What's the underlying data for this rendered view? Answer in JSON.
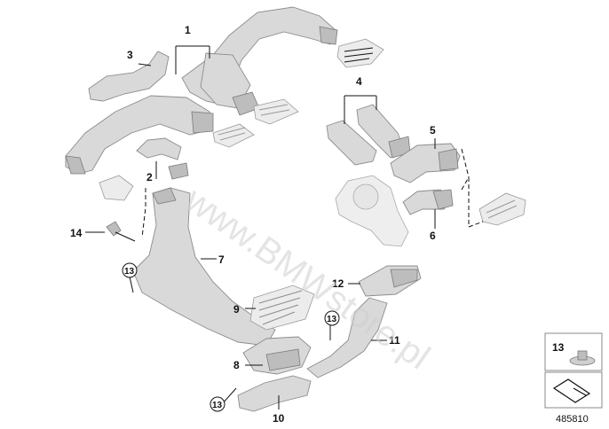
{
  "callouts": {
    "c1": "1",
    "c2": "2",
    "c3": "3",
    "c4": "4",
    "c5": "5",
    "c6": "6",
    "c7": "7",
    "c8": "8",
    "c9": "9",
    "c10": "10",
    "c11": "11",
    "c12": "12",
    "c14": "14",
    "c13a": "13",
    "c13b": "13",
    "c13c": "13"
  },
  "legend": {
    "number": "13"
  },
  "watermark": "www.BMWstore.pl",
  "reference_number": "485810"
}
